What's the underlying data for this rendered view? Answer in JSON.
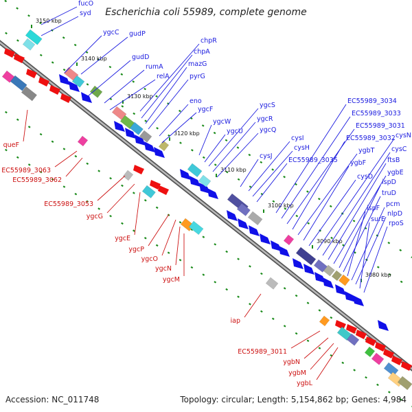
{
  "title": "Escherichia coli 55989, complete genome",
  "footer": {
    "accession": "Accession: NC_011748",
    "summary": "Topology: circular; Length: 5,154,862 bp; Genes: 4,984"
  },
  "colors": {
    "backbone": "#777777",
    "forward_gene": "#1010e8",
    "reverse_gene": "#ee1010",
    "tick": "#1a8a1a",
    "label_forward": "#1a1adf",
    "label_reverse": "#cc1010"
  },
  "ticks": [
    {
      "label": "3150 kbp"
    },
    {
      "label": "3140 kbp"
    },
    {
      "label": "3130 kbp"
    },
    {
      "label": "3120 kbp"
    },
    {
      "label": "3110 kbp"
    },
    {
      "label": "3100 kbp"
    },
    {
      "label": "3090 kbp"
    },
    {
      "label": "3080 kbp"
    }
  ],
  "forward_labels": [
    "fucO",
    "syd",
    "ygcC",
    "gudP",
    "gudD",
    "rumA",
    "relA",
    "chpR",
    "chpA",
    "mazG",
    "pyrG",
    "eno",
    "ygcF",
    "ygcW",
    "ygcU",
    "ygcS",
    "ygcR",
    "ygcQ",
    "cysJ",
    "cysI",
    "cysH",
    "EC55989_3035",
    "EC55989_3034",
    "EC55989_3033",
    "EC55989_3031",
    "EC55989_3032",
    "ygbT",
    "ygbF",
    "cysD",
    "cysN",
    "cysC",
    "ftsB",
    "ygbE",
    "ispD",
    "truD",
    "ispF",
    "pcm",
    "nlpD",
    "surE",
    "rpoS"
  ],
  "reverse_labels": [
    "queF",
    "EC55989_3063",
    "EC55989_3062",
    "EC55989_3053",
    "ygcG",
    "ygcE",
    "ygcP",
    "ygcO",
    "ygcN",
    "ygcM",
    "iap",
    "EC55989_3011",
    "ygbN",
    "ygbM",
    "ygbL"
  ]
}
